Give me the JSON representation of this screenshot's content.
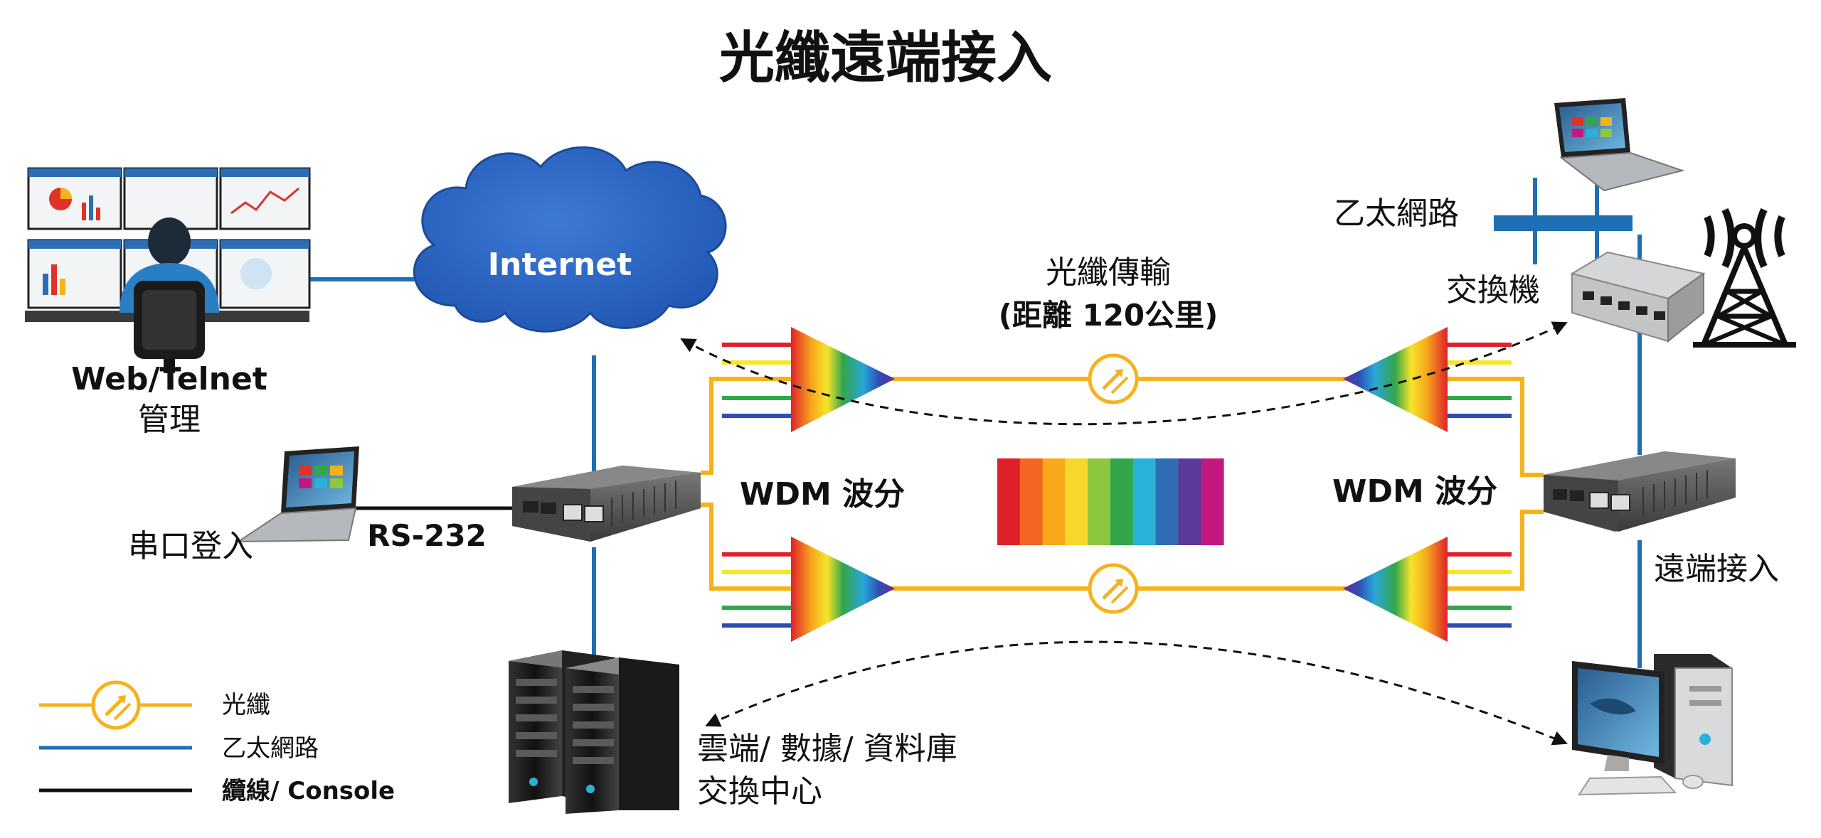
{
  "title": "光纖遠端接入",
  "labels": {
    "internet": "Internet",
    "web_telnet": "Web/Telnet",
    "management": "管理",
    "serial_login": "串口登入",
    "rs232": "RS-232",
    "fiber_transmission": "光纖傳輸",
    "distance": "(距離 120公里)",
    "wdm_left": "WDM 波分",
    "wdm_right": "WDM 波分",
    "ethernet": "乙太網路",
    "switch": "交換機",
    "remote_access": "遠端接入",
    "datacenter_line1": "雲端/ 數據/ 資料庫",
    "datacenter_line2": "交換中心"
  },
  "legend": [
    {
      "label": "光纖",
      "kind": "fiber"
    },
    {
      "label": "乙太網路",
      "kind": "ethernet"
    },
    {
      "label": "纜線/ Console",
      "kind": "console"
    }
  ],
  "colors": {
    "fiber": "#f5b21b",
    "ethernet": "#1f6fb5",
    "console": "#111111",
    "cloud": "#2d66c3",
    "wdm_bands": [
      "#e0212b",
      "#f26522",
      "#f7a81b",
      "#f6d82a",
      "#8dc63f",
      "#33a64b",
      "#29b2d8",
      "#2e6db4",
      "#5b3a9a",
      "#c2187f"
    ]
  }
}
